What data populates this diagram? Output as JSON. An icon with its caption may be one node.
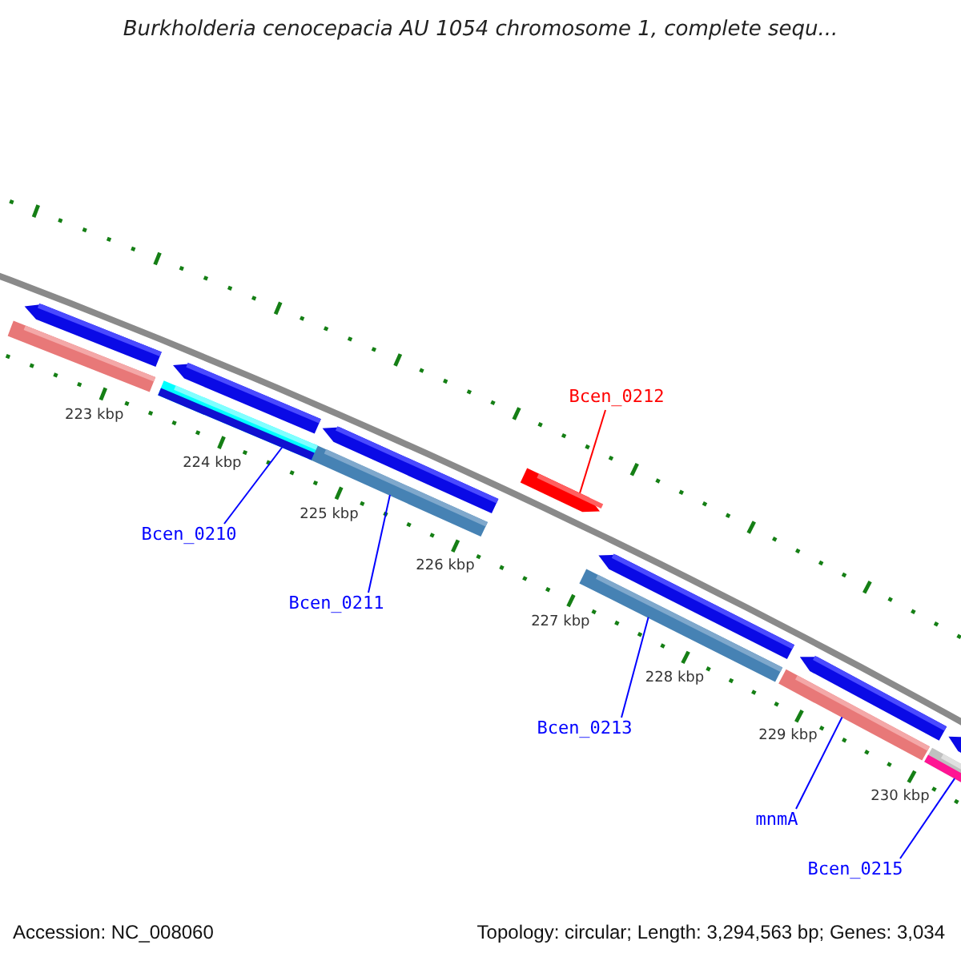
{
  "diagram": {
    "title": "Burkholderia cenocepacia AU 1054 chromosome 1, complete sequ...",
    "nodes": [
      {
        "text": [
          "Bcen_0212"
        ]
      },
      {
        "text": [
          "Bcen_0210"
        ]
      },
      {
        "text": [
          "Bcen_0211"
        ]
      },
      {
        "text": [
          "Bcen_0213"
        ]
      },
      {
        "text": [
          "mnmA"
        ]
      },
      {
        "text": [
          "Bcen_0215"
        ]
      },
      {
        "text": [],
        "shape": "bar"
      },
      {
        "text": [],
        "shape": "bar"
      },
      {
        "text": [],
        "shape": "bar"
      },
      {
        "text": [],
        "shape": "bar"
      },
      {
        "text": [],
        "shape": "bar"
      },
      {
        "text": [],
        "shape": "bar"
      },
      {
        "text": [],
        "shape": "bar"
      },
      {
        "text": [],
        "shape": "bar"
      },
      {
        "text": [],
        "shape": "bar"
      },
      {
        "text": [],
        "shape": "bar"
      },
      {
        "text": [],
        "shape": "bar"
      },
      {
        "text": [],
        "shape": "bar"
      },
      {
        "text": [],
        "shape": "bar"
      }
    ],
    "edges": [
      {
        "from": 0,
        "to": 12,
        "arrow": "none",
        "color": "#ff0000"
      },
      {
        "from": 1,
        "to": 9,
        "arrow": "none"
      },
      {
        "from": 2,
        "to": 11,
        "arrow": "none"
      },
      {
        "from": 3,
        "to": 14,
        "arrow": "none"
      },
      {
        "from": 4,
        "to": 16,
        "arrow": "none"
      },
      {
        "from": 5,
        "to": 18,
        "arrow": "none"
      }
    ],
    "labels": [
      "223 kbp",
      "224 kbp",
      "225 kbp",
      "226 kbp",
      "227 kbp",
      "228 kbp",
      "229 kbp",
      "230 kbp",
      "Accession: NC_008060",
      "Topology: circular; Length: 3,294,563 bp; Genes: 3,034"
    ]
  }
}
